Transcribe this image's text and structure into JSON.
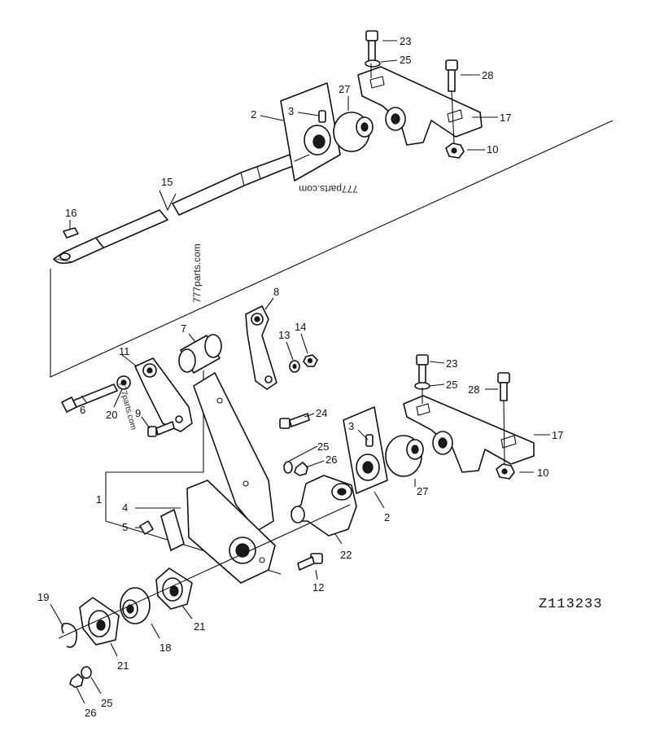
{
  "reference_code": "Z113233",
  "watermarks": [
    "777parts.com",
    "777parts.com",
    "777parts.com"
  ],
  "callouts": [
    {
      "id": "c23a",
      "label": "23"
    },
    {
      "id": "c25a",
      "label": "25"
    },
    {
      "id": "c28a",
      "label": "28"
    },
    {
      "id": "c27a",
      "label": "27"
    },
    {
      "id": "c17a",
      "label": "17"
    },
    {
      "id": "c10a",
      "label": "10"
    },
    {
      "id": "c2a",
      "label": "2"
    },
    {
      "id": "c3a",
      "label": "3"
    },
    {
      "id": "c15",
      "label": "15"
    },
    {
      "id": "c16",
      "label": "16"
    },
    {
      "id": "c8",
      "label": "8"
    },
    {
      "id": "c7",
      "label": "7"
    },
    {
      "id": "c13",
      "label": "13"
    },
    {
      "id": "c14",
      "label": "14"
    },
    {
      "id": "c11",
      "label": "11"
    },
    {
      "id": "c6",
      "label": "6"
    },
    {
      "id": "c20",
      "label": "20"
    },
    {
      "id": "c9",
      "label": "9"
    },
    {
      "id": "c23b",
      "label": "23"
    },
    {
      "id": "c25b",
      "label": "25"
    },
    {
      "id": "c28b",
      "label": "28"
    },
    {
      "id": "c17b",
      "label": "17"
    },
    {
      "id": "c10b",
      "label": "10"
    },
    {
      "id": "c24",
      "label": "24"
    },
    {
      "id": "c3b",
      "label": "3"
    },
    {
      "id": "c25c",
      "label": "25"
    },
    {
      "id": "c26a",
      "label": "26"
    },
    {
      "id": "c27b",
      "label": "27"
    },
    {
      "id": "c1",
      "label": "1"
    },
    {
      "id": "c4",
      "label": "4"
    },
    {
      "id": "c5",
      "label": "5"
    },
    {
      "id": "c2b",
      "label": "2"
    },
    {
      "id": "c22",
      "label": "22"
    },
    {
      "id": "c12",
      "label": "12"
    },
    {
      "id": "c19",
      "label": "19"
    },
    {
      "id": "c21a",
      "label": "21"
    },
    {
      "id": "c21b",
      "label": "21"
    },
    {
      "id": "c18",
      "label": "18"
    },
    {
      "id": "c25d",
      "label": "25"
    },
    {
      "id": "c26b",
      "label": "26"
    }
  ]
}
